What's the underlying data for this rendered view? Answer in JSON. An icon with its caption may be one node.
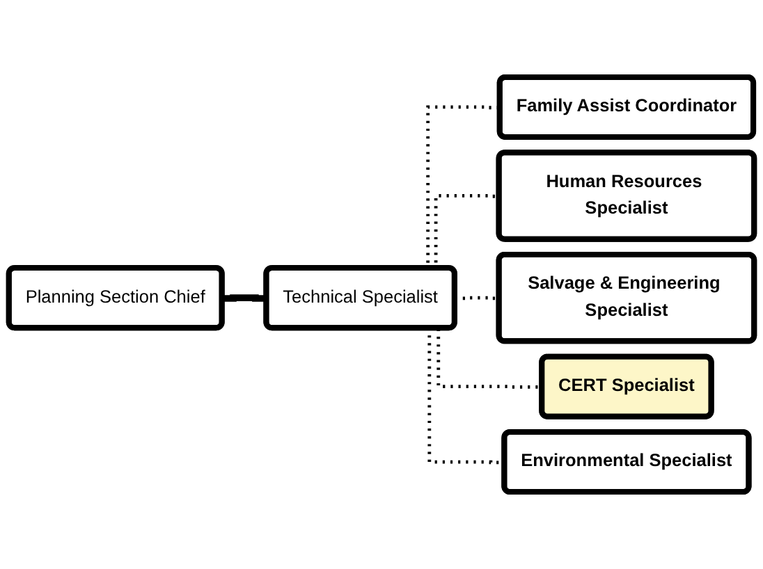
{
  "diagram": {
    "nodes": [
      {
        "text": [
          "Planning Section Chief"
        ]
      },
      {
        "text": [
          "Technical Specialist"
        ]
      },
      {
        "text": [
          "Family Assist Coordinator"
        ]
      },
      {
        "text": [
          "Human Resources Specialist"
        ]
      },
      {
        "text": [
          "Salvage & Engineering Specialist"
        ]
      },
      {
        "text": [
          "CERT Specialist"
        ]
      },
      {
        "text": [
          "Environmental Specialist"
        ]
      }
    ],
    "edges": [
      {
        "from": 0,
        "to": 1,
        "arrow": "none",
        "style": "thick"
      },
      {
        "from": 1,
        "to": 2,
        "arrow": "none",
        "style": "dashed"
      },
      {
        "from": 1,
        "to": 3,
        "arrow": "none",
        "style": "dashed"
      },
      {
        "from": 1,
        "to": 4,
        "arrow": "none",
        "style": "dashed"
      },
      {
        "from": 1,
        "to": 5,
        "arrow": "none",
        "style": "dashed"
      },
      {
        "from": 1,
        "to": 6,
        "arrow": "none",
        "style": "dashed"
      }
    ]
  }
}
